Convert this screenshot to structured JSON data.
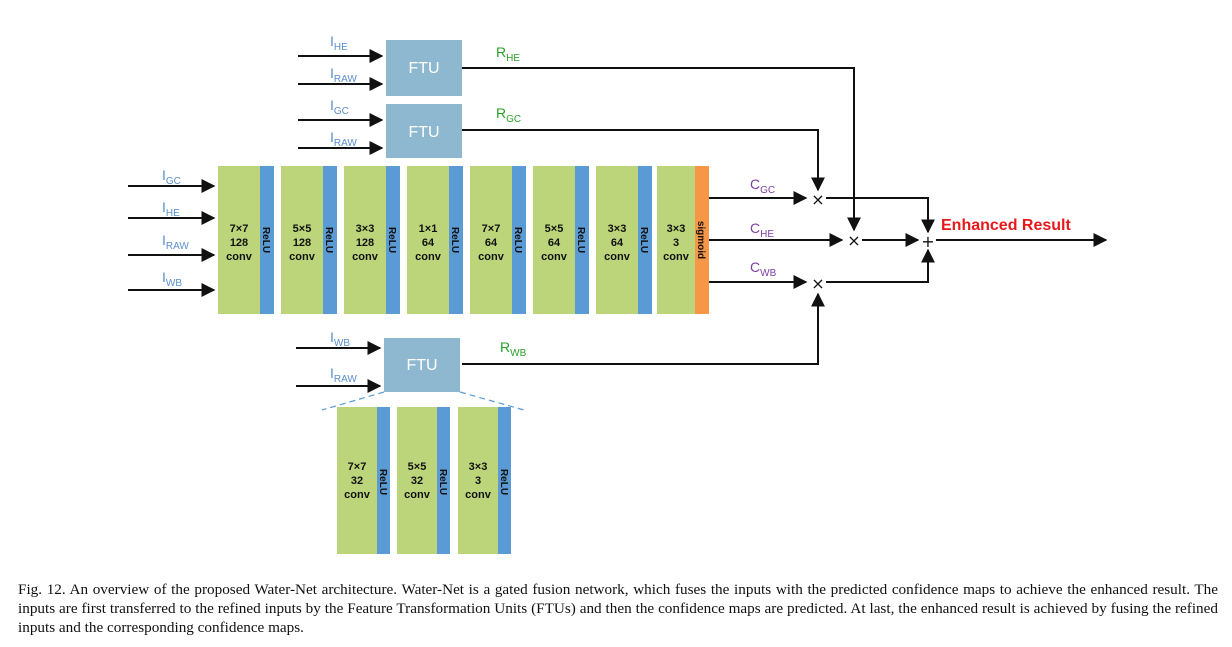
{
  "colors": {
    "conv": "#bcd57a",
    "relu": "#5b9bd5",
    "sigmoid": "#f79646",
    "ftu": "#8db8cf",
    "input_label": "#5b8fc9",
    "refined_label": "#2aa02a",
    "confidence_label": "#7d3fa3",
    "result": "#e8191b"
  },
  "inputs": {
    "he": {
      "main": "I",
      "sub": "HE"
    },
    "raw": {
      "main": "I",
      "sub": "RAW"
    },
    "gc": {
      "main": "I",
      "sub": "GC"
    },
    "wb": {
      "main": "I",
      "sub": "WB"
    }
  },
  "refined": {
    "he": {
      "main": "R",
      "sub": "HE"
    },
    "gc": {
      "main": "R",
      "sub": "GC"
    },
    "wb": {
      "main": "R",
      "sub": "WB"
    }
  },
  "confidence": {
    "gc": {
      "main": "C",
      "sub": "GC"
    },
    "he": {
      "main": "C",
      "sub": "HE"
    },
    "wb": {
      "main": "C",
      "sub": "WB"
    }
  },
  "ftu_label": "FTU",
  "relu_label": "ReLU",
  "sigmoid_label": "sigmoid",
  "main_blocks": [
    {
      "kernel": "7×7",
      "channels": "128",
      "op": "conv"
    },
    {
      "kernel": "5×5",
      "channels": "128",
      "op": "conv"
    },
    {
      "kernel": "3×3",
      "channels": "128",
      "op": "conv"
    },
    {
      "kernel": "1×1",
      "channels": "64",
      "op": "conv"
    },
    {
      "kernel": "7×7",
      "channels": "64",
      "op": "conv"
    },
    {
      "kernel": "5×5",
      "channels": "64",
      "op": "conv"
    },
    {
      "kernel": "3×3",
      "channels": "64",
      "op": "conv"
    },
    {
      "kernel": "3×3",
      "channels": "3",
      "op": "conv"
    }
  ],
  "ftu_blocks": [
    {
      "kernel": "7×7",
      "channels": "32",
      "op": "conv"
    },
    {
      "kernel": "5×5",
      "channels": "32",
      "op": "conv"
    },
    {
      "kernel": "3×3",
      "channels": "3",
      "op": "conv"
    }
  ],
  "multiply_symbol": "×",
  "add_symbol": "+",
  "result_label": "Enhanced Result",
  "caption": "Fig. 12.  An overview of the proposed Water-Net architecture. Water-Net is a gated fusion network, which fuses the inputs with the predicted confidence maps to achieve the enhanced result. The inputs are first transferred to the refined inputs by the Feature Transformation Units (FTUs) and then the confidence maps are predicted. At last, the enhanced result is achieved by fusing the refined inputs and the corresponding confidence maps."
}
